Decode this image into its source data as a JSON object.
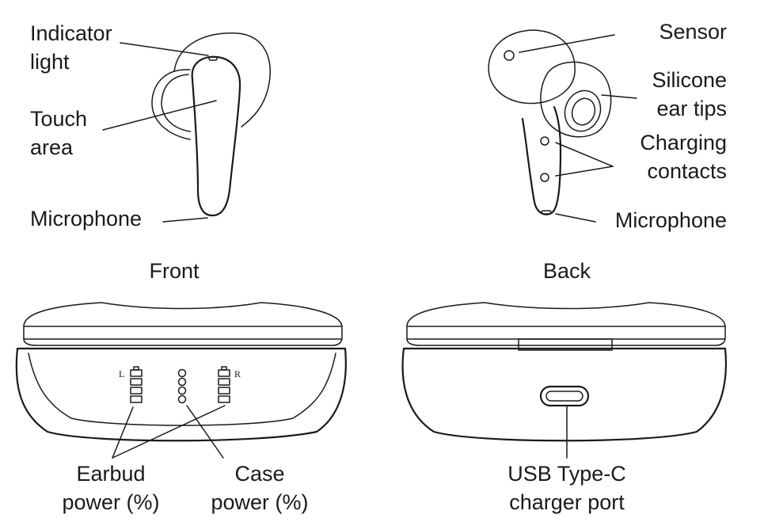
{
  "labels": {
    "indicator_light": [
      "Indicator",
      "light"
    ],
    "touch_area": [
      "Touch",
      "area"
    ],
    "microphone_front": "Microphone",
    "front": "Front",
    "sensor": "Sensor",
    "silicone_ear_tips": [
      "Silicone",
      "ear tips"
    ],
    "charging_contacts": [
      "Charging",
      "contacts"
    ],
    "microphone_back": "Microphone",
    "back": "Back",
    "earbud_power": [
      "Earbud",
      "power (%)"
    ],
    "case_power": [
      "Case",
      "power (%)"
    ],
    "usb_port": [
      "USB Type-C",
      "charger port"
    ],
    "battery_left": "L",
    "battery_right": "R"
  }
}
